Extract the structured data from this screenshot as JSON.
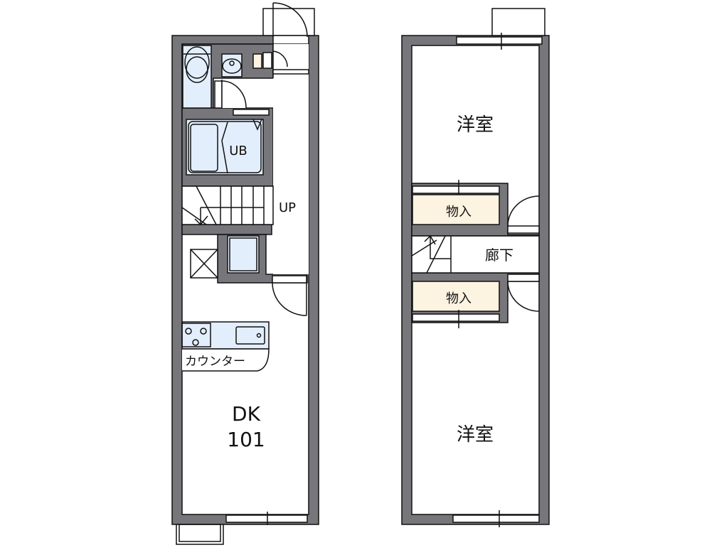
{
  "floor1": {
    "room_main": "DK",
    "room_number": "101",
    "bath": "UB",
    "stairs": "UP",
    "counter": "カウンター"
  },
  "floor2": {
    "room_north": "洋室",
    "room_south": "洋室",
    "closet_north": "物入",
    "closet_south": "物入",
    "hallway": "廊下"
  },
  "colors": {
    "wall": "#77767b",
    "fixture_blue": "#e3eefc",
    "closet_cream": "#fdf3e1",
    "line": "#111111"
  }
}
